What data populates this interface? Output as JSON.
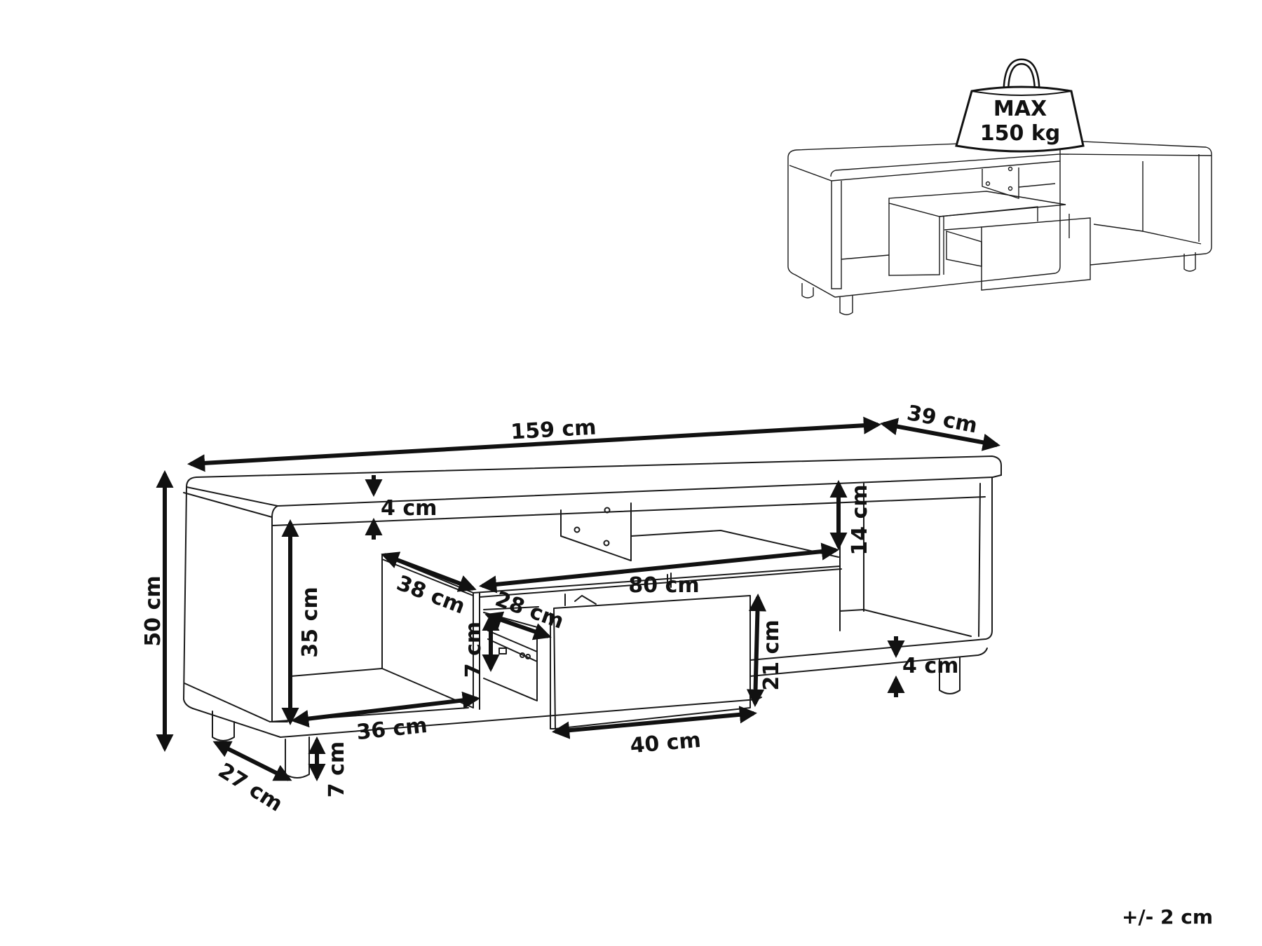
{
  "diagram": {
    "subject": "TV stand with drawer — dimension drawing",
    "load_badge": {
      "line1": "MAX",
      "line2": "150 kg",
      "icon": "weight-icon"
    },
    "tolerance": "+/- 2 cm",
    "dimensions": {
      "width": "159 cm",
      "depth": "39 cm",
      "height": "50 cm",
      "top_thickness": "4 cm",
      "inner_height": "35 cm",
      "upper_gap": "14 cm",
      "shelf_box_depth": "38 cm",
      "shelf_box_width": "80 cm",
      "drawer_depth": "28 cm",
      "drawer_inner_height": "7 cm",
      "drawer_front_height": "21 cm",
      "bottom_thickness": "4 cm",
      "left_compartment_depth": "36 cm",
      "drawer_front_width": "40 cm",
      "leg_spacing": "27 cm",
      "leg_height": "7 cm"
    }
  }
}
